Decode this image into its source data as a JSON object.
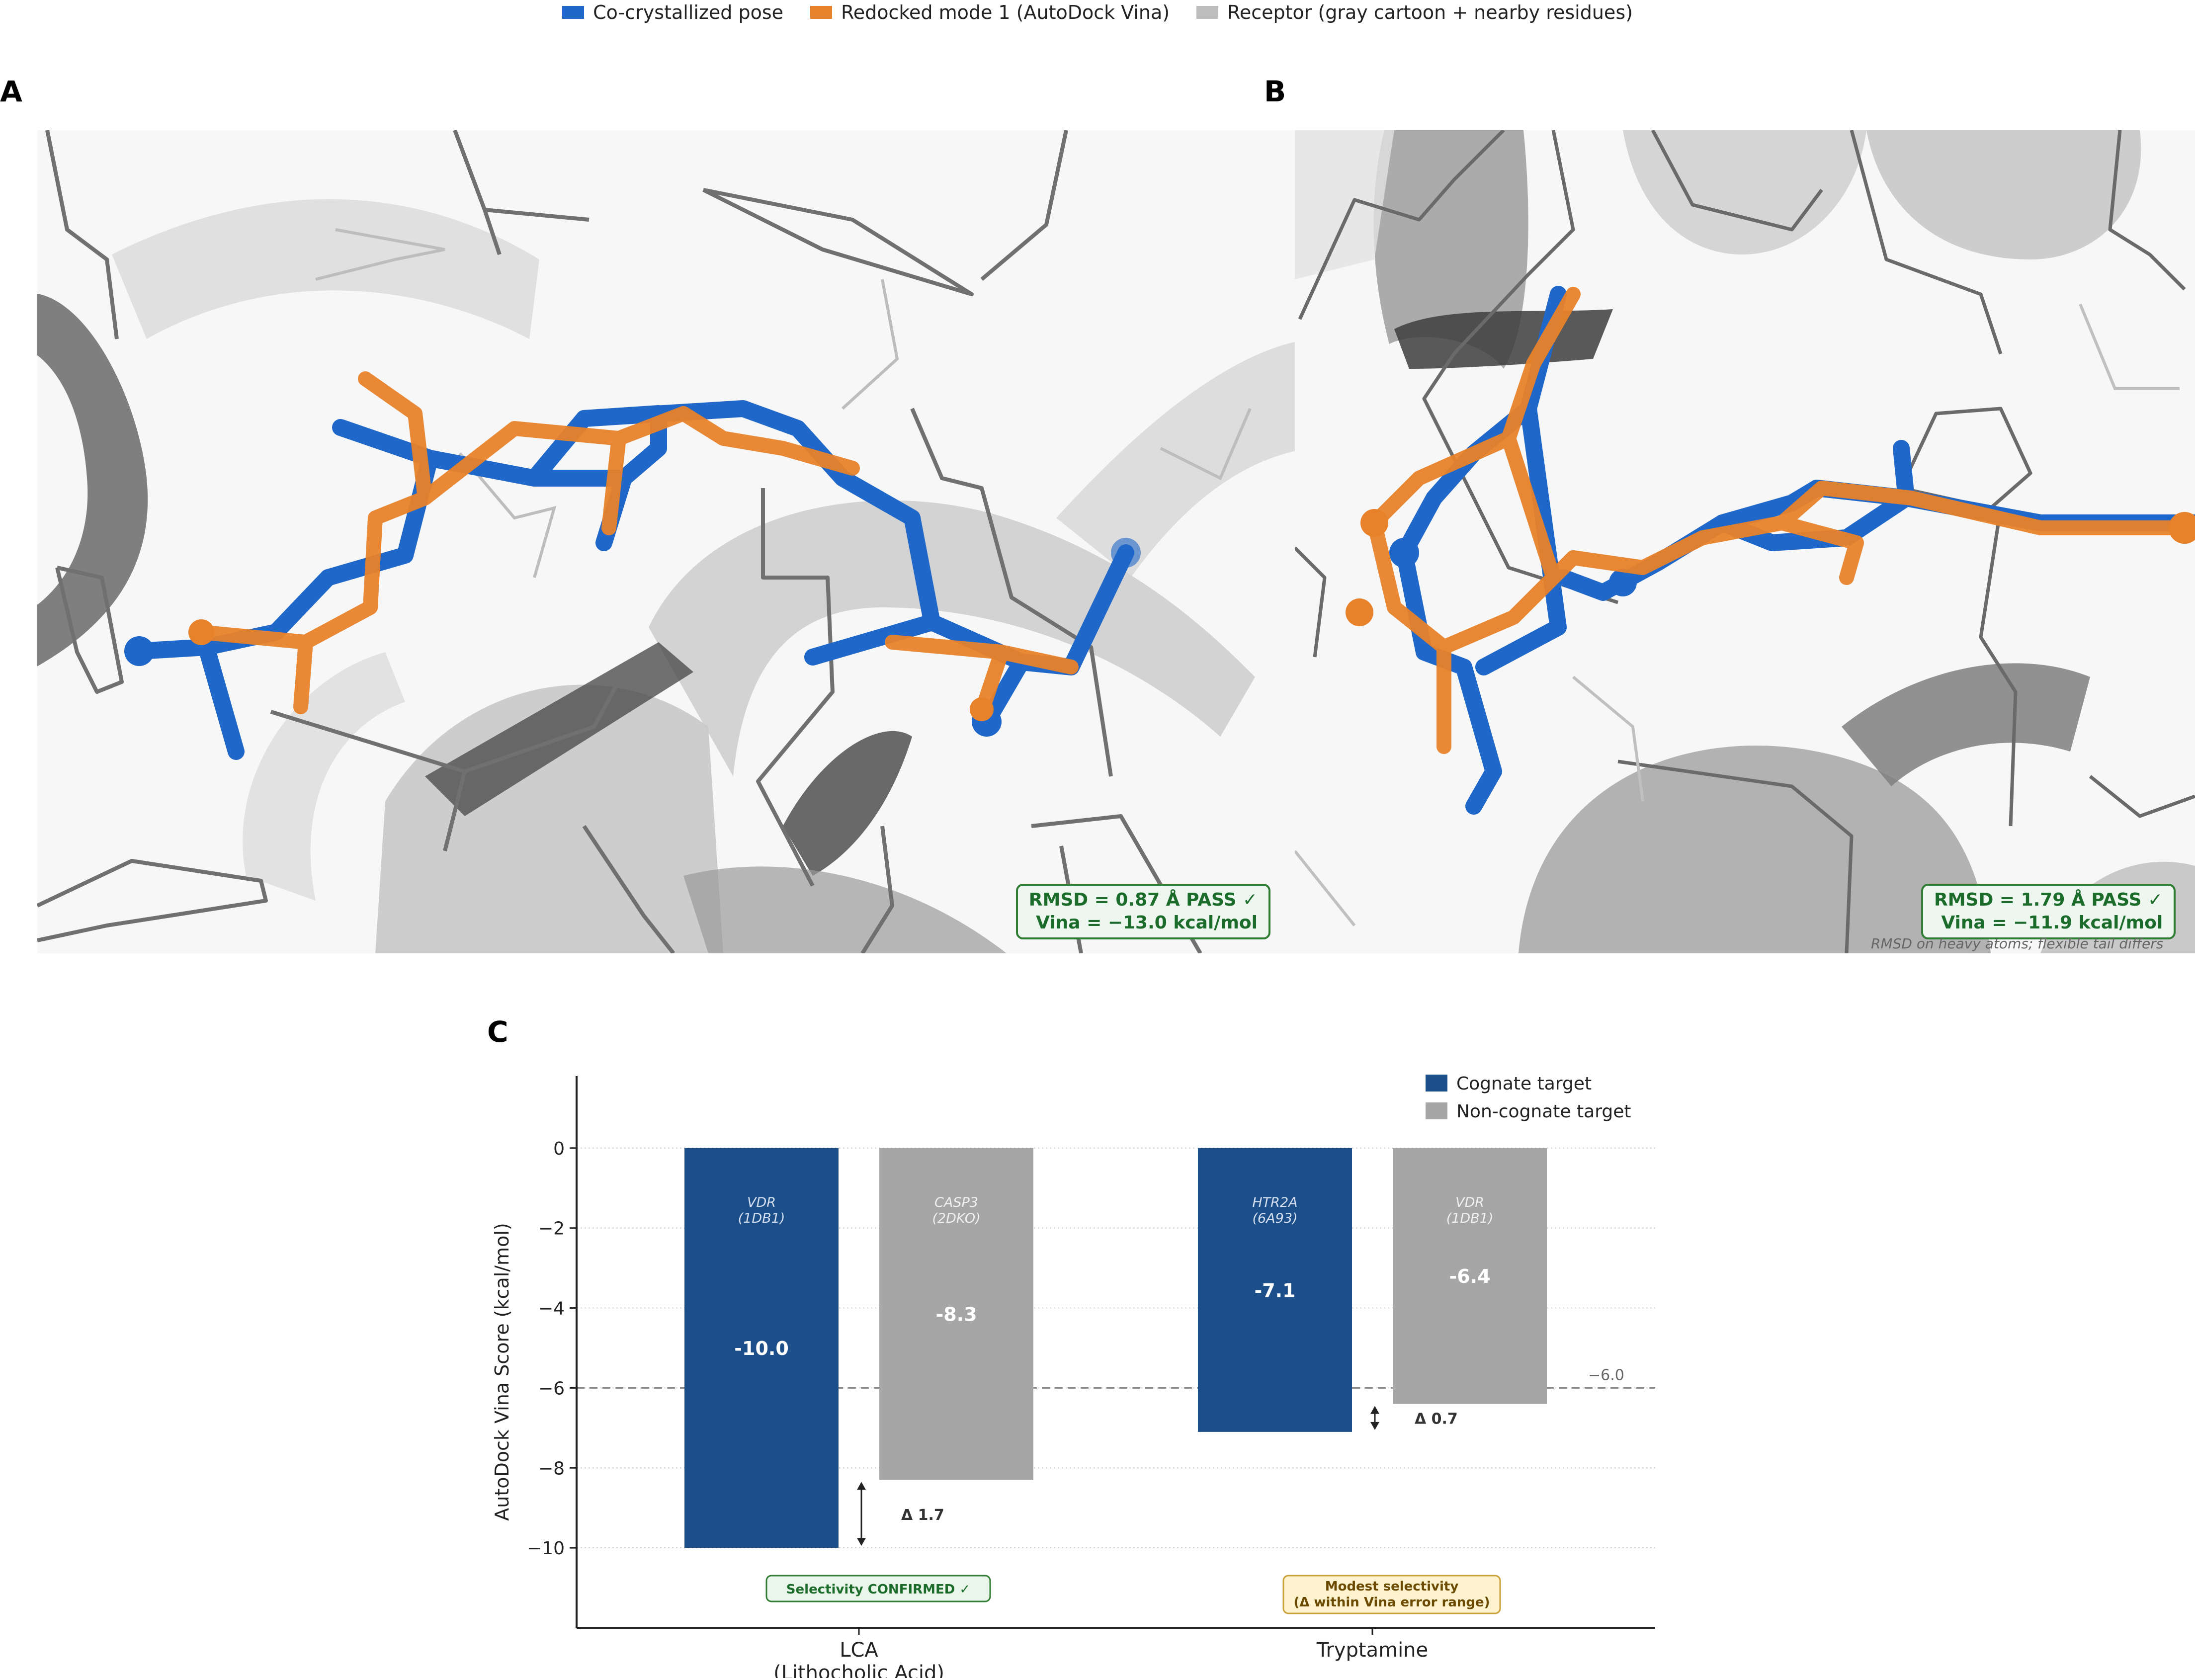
{
  "legend": {
    "items": [
      {
        "label": "Co-crystallized pose",
        "color": "#1f67c8"
      },
      {
        "label": "Redocked mode 1  (AutoDock Vina)",
        "color": "#e8822a"
      },
      {
        "label": "Receptor  (gray cartoon + nearby residues)",
        "color": "#bdbdbd"
      }
    ]
  },
  "panels": {
    "a": {
      "letter": "A",
      "rmsd_line": "RMSD = 0.87 Å   PASS ✓",
      "vina_line": "Vina = −13.0 kcal/mol"
    },
    "b": {
      "letter": "B",
      "rmsd_line": "RMSD = 1.79 Å   PASS ✓",
      "vina_line": "Vina = −11.9 kcal/mol",
      "note": "RMSD on heavy atoms; flexible tail differs"
    },
    "c": {
      "letter": "C"
    }
  },
  "chart_data": {
    "type": "bar",
    "ylabel": "AutoDock Vina Score (kcal/mol)",
    "ylim": [
      -12,
      1.8
    ],
    "yticks": [
      0,
      -2,
      -4,
      -6,
      -8,
      -10
    ],
    "ytick_labels": [
      "0",
      "−2",
      "−4",
      "−6",
      "−8",
      "−10"
    ],
    "categories": [
      "LCA\n(Lithocholic Acid)",
      "Tryptamine"
    ],
    "series": [
      {
        "name": "Cognate target",
        "color": "#1c4e8a",
        "values": [
          -10.0,
          -7.1
        ],
        "targets": [
          "VDR\n(1DB1)",
          "HTR2A\n(6A93)"
        ],
        "value_labels": [
          "-10.0",
          "-7.1"
        ]
      },
      {
        "name": "Non-cognate target",
        "color": "#a6a6a6",
        "values": [
          -8.3,
          -6.4
        ],
        "targets": [
          "CASP3\n(2DKO)",
          "VDR\n(1DB1)"
        ],
        "value_labels": [
          "-8.3",
          "-6.4"
        ]
      }
    ],
    "threshold": {
      "value": -6.0,
      "label": "−6.0"
    },
    "deltas": [
      "Δ 1.7",
      "Δ 0.7"
    ],
    "verdicts": [
      "Selectivity  CONFIRMED ✓",
      "Modest selectivity\n(Δ within Vina error range)"
    ],
    "grid": true,
    "legend_position": "top-right"
  }
}
